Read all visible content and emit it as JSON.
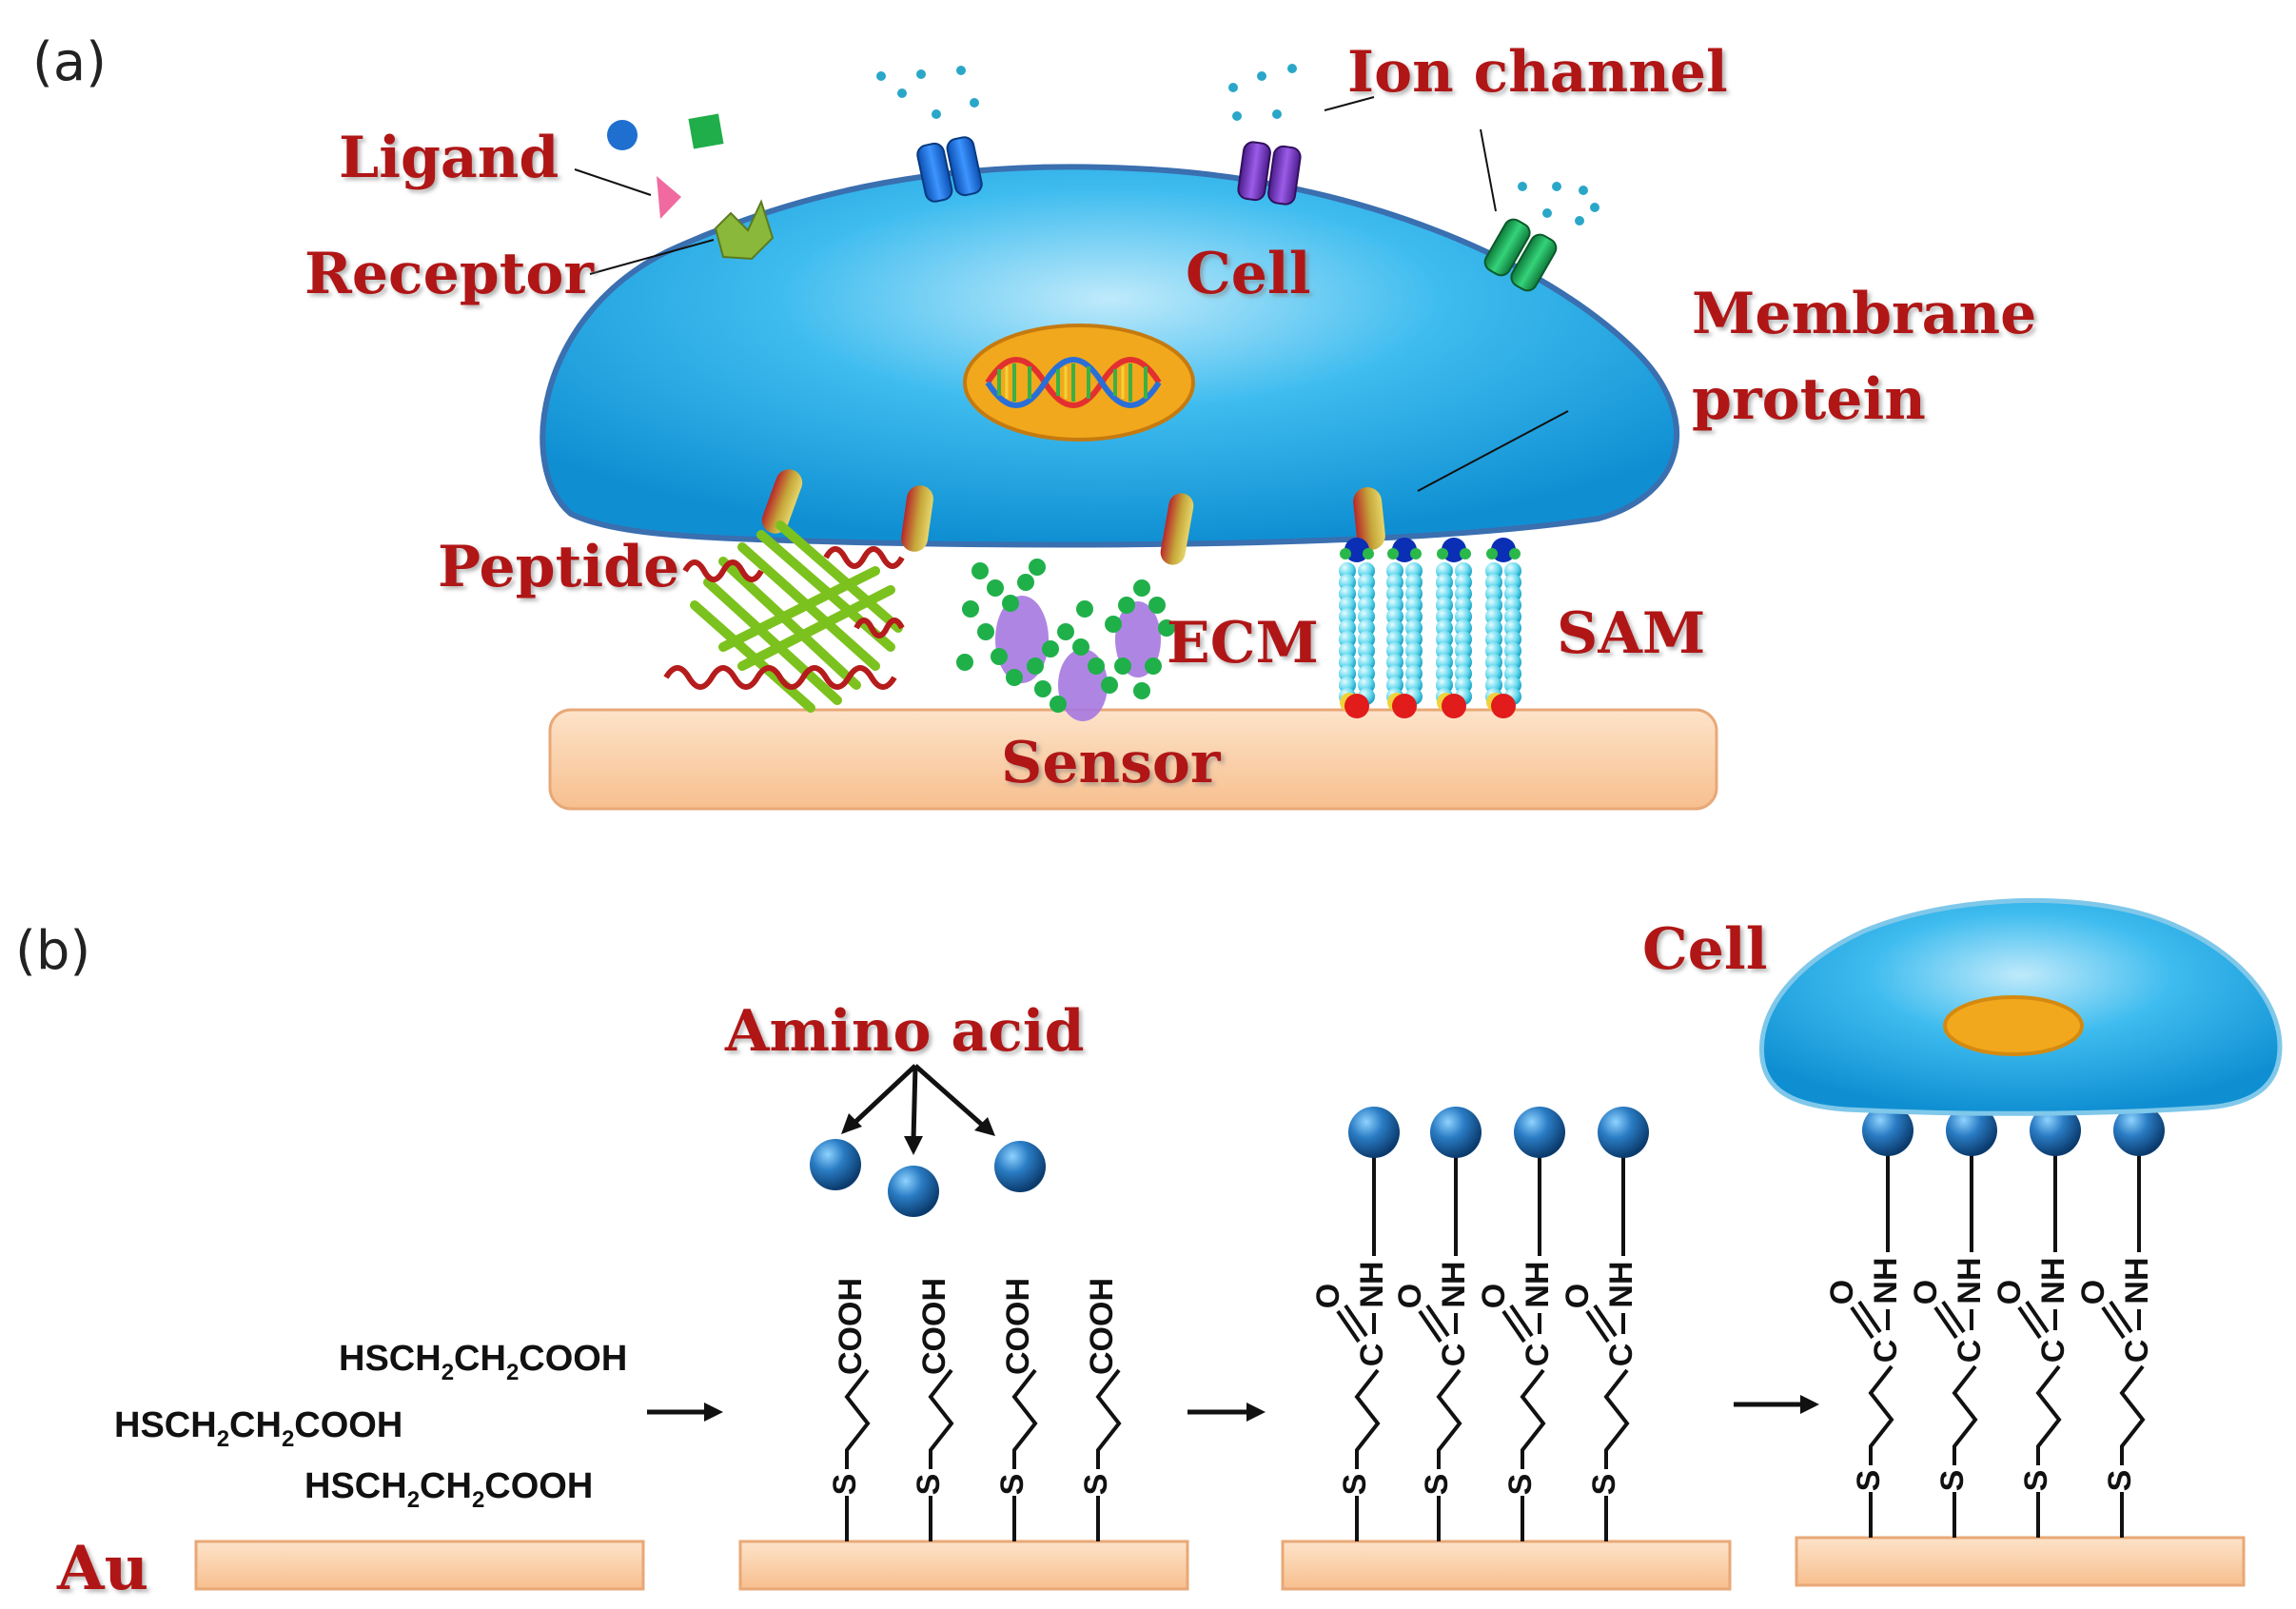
{
  "panel_a": {
    "tag": "(a)",
    "labels": {
      "ligand": "Ligand",
      "receptor": "Receptor",
      "ion_channel": "Ion channel",
      "cell": "Cell",
      "membrane_protein_line1": "Membrane",
      "membrane_protein_line2": "protein",
      "peptide": "Peptide",
      "ecm": "ECM",
      "sam": "SAM",
      "sensor": "Sensor"
    }
  },
  "panel_b": {
    "tag": "(b)",
    "labels": {
      "amino_acid": "Amino acid",
      "cell": "Cell",
      "au": "Au"
    },
    "molecule": {
      "prefix": "HSCH",
      "sub": "2",
      "mid": "CH",
      "suffix": "COOH"
    },
    "chem": {
      "cooh": "COOH",
      "s": "S",
      "c": "C",
      "o": "O",
      "nh": "NH"
    }
  },
  "colors": {
    "label_red": "#b01818",
    "cell_blue": "#29aee6",
    "cell_edge": "#3a6fb0",
    "nucleus": "#f2a81c",
    "sensor_fill": "#fbd2ad",
    "sensor_edge": "#e8a877",
    "bead_cyan": "#7fe3f2",
    "amino_blue": "#1d6fb8"
  }
}
